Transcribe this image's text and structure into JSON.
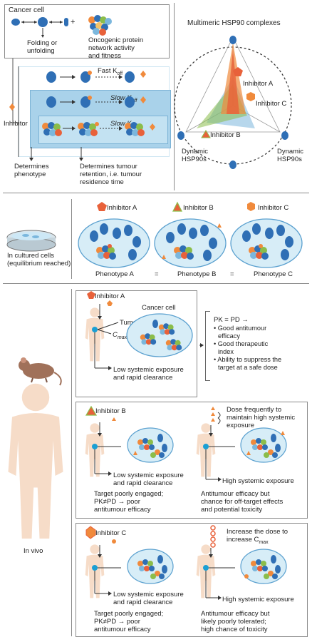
{
  "top": {
    "cancer_cell_label": "Cancer cell",
    "plus_sign": "+",
    "folding_label": "Folding or unfolding",
    "oncogenic_label_1": "Oncogenic protein",
    "oncogenic_label_2": "network activity",
    "oncogenic_label_3": "and fitness",
    "fast_koff": "Fast K",
    "slow_koff_1": "Slow K",
    "slow_koff_2": "Slow K",
    "koff_sub": "off",
    "inhibitor_label": "Inhibitor",
    "determines_phenotype_1": "Determines",
    "determines_phenotype_2": "phenotype",
    "determines_retention_1": "Determines tumour",
    "determines_retention_2": "retention, i.e. tumour",
    "determines_retention_3": "residence time"
  },
  "complexes": {
    "title": "Multimeric HSP90 complexes",
    "inhibitor_a": "Inhibitor A",
    "inhibitor_b": "Inhibitor B",
    "inhibitor_c": "Inhibitor C",
    "dynamic_left_1": "Dynamic",
    "dynamic_left_2": "HSP90s",
    "dynamic_right_1": "Dynamic",
    "dynamic_right_2": "HSP90s"
  },
  "cultured": {
    "label_1": "In cultured cells",
    "label_2": "(equilibrium reached)",
    "inhibitor_a": "Inhibitor A",
    "inhibitor_b": "Inhibitor B",
    "inhibitor_c": "Inhibitor C",
    "phenotype_a": "Phenotype A",
    "phenotype_b": "Phenotype B",
    "phenotype_c": "Phenotype C",
    "eq1": "=",
    "eq2": "="
  },
  "invivo": {
    "label": "In vivo",
    "a": {
      "inhibitor": "Inhibitor A",
      "cancer_cell": "Cancer cell",
      "tumour": "Tumour",
      "cmax": "C",
      "cmax_sub": "max",
      "low_exposure_1": "Low systemic exposure",
      "low_exposure_2": "and rapid clearance",
      "pkpd": "PK = PD →",
      "bullets": [
        "• Good antitumour",
        "  efficacy",
        "• Good therapeutic",
        "  index",
        "• Ability to suppress the",
        "  target at a safe dose"
      ]
    },
    "b": {
      "inhibitor": "Inhibitor B",
      "dose_1": "Dose frequently to",
      "dose_2": "maintain high systemic",
      "dose_3": "exposure",
      "low_exposure_1": "Low systemic exposure",
      "low_exposure_2": "and rapid clearance",
      "high_exposure": "High systemic exposure",
      "left_outcome": [
        "Target poorly engaged;",
        "PK≠PD → poor",
        "antitumour efficacy"
      ],
      "right_outcome": [
        "Antitumour efficacy but",
        "chance for off-target effects",
        "and potential toxicity"
      ]
    },
    "c": {
      "inhibitor": "Inhibitor C",
      "dose_1": "Increase the dose to",
      "dose_2": "increase C",
      "dose_sub": "max",
      "low_exposure_1": "Low systemic exposure",
      "low_exposure_2": "and rapid clearance",
      "high_exposure": "High systemic exposure",
      "left_outcome": [
        "Target poorly engaged;",
        "PK≠PD → poor",
        "antitumour efficacy"
      ],
      "right_outcome": [
        "Antitumour efficacy but",
        "likely poorly tolerated;",
        "high chance of toxicity"
      ]
    }
  },
  "colors": {
    "blue": "#2f6fb5",
    "light_blue": "#c8e4f2",
    "box_blue": "#a9d2ea",
    "orange": "#f08a3c",
    "red": "#e8613a",
    "green": "#8bbd4a",
    "skin": "#f6dcc8",
    "mouse": "#a0715a"
  }
}
